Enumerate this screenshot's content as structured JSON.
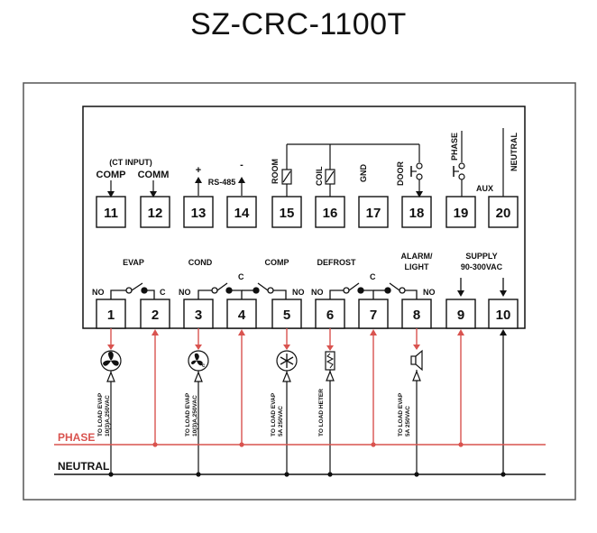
{
  "title": "SZ-CRC-1100T",
  "colors": {
    "phase": "#d9534f",
    "line": "#111111",
    "frame": "#555555"
  },
  "top_terminals": [
    {
      "n": "11",
      "label": "COMP"
    },
    {
      "n": "12",
      "label": "COMM"
    },
    {
      "n": "13",
      "label": ""
    },
    {
      "n": "14",
      "label": ""
    },
    {
      "n": "15",
      "label": "ROOM"
    },
    {
      "n": "16",
      "label": "COIL"
    },
    {
      "n": "17",
      "label": "GND"
    },
    {
      "n": "18",
      "label": "DOOR"
    },
    {
      "n": "19",
      "label": "PHASE"
    },
    {
      "n": "20",
      "label": "NEUTRAL"
    }
  ],
  "bottom_terminals": [
    "1",
    "2",
    "3",
    "4",
    "5",
    "6",
    "7",
    "8",
    "9",
    "10"
  ],
  "labels": {
    "ct_input": "(CT INPUT)",
    "rs485": "RS-485",
    "plus": "+",
    "minus": "-",
    "aux": "AUX",
    "evap": "EVAP",
    "cond": "COND",
    "comp": "COMP",
    "defrost": "DEFROST",
    "alarm_1": "ALARM/",
    "alarm_2": "LIGHT",
    "supply_1": "SUPPLY",
    "supply_2": "90-300VAC",
    "no": "NO",
    "c": "C",
    "phase": "PHASE",
    "neutral": "NEUTRAL"
  },
  "load_labels": [
    {
      "l1": "TO LOAD EVAP",
      "l2": "10(3)A,250VAC"
    },
    {
      "l1": "TO LOAD EVAP",
      "l2": "10(3)A,250VAC"
    },
    {
      "l1": "TO LOAD EVAP",
      "l2": "5A 250VAC"
    },
    {
      "l1": "TO LOAD HETER",
      "l2": ""
    },
    {
      "l1": "TO LOAD EVAP",
      "l2": "5A 250VAC"
    }
  ]
}
